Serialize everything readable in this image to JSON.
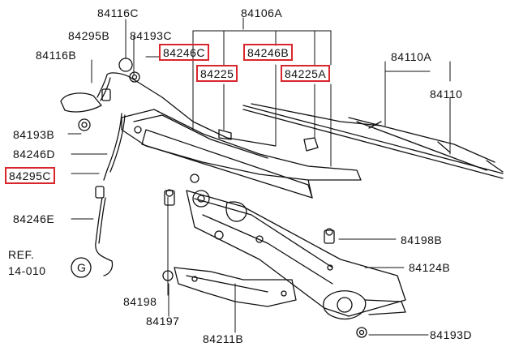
{
  "diagram": {
    "labels": {
      "l_84116C": "84116C",
      "l_84106A": "84106A",
      "l_84295B": "84295B",
      "l_84193C": "84193C",
      "l_84116B": "84116B",
      "l_84246C": "84246C",
      "l_84246B": "84246B",
      "l_84225": "84225",
      "l_84225A": "84225A",
      "l_84110A": "84110A",
      "l_84110": "84110",
      "l_84193B": "84193B",
      "l_84246D": "84246D",
      "l_84295C": "84295C",
      "l_84246E": "84246E",
      "l_ref1": "REF.",
      "l_ref2": "14-010",
      "l_G": "G",
      "l_84198B": "84198B",
      "l_84124B": "84124B",
      "l_84198": "84198",
      "l_84197": "84197",
      "l_84211B": "84211B",
      "l_84193D": "84193D"
    },
    "highlight_color": "#d8262c",
    "highlighted": [
      "84246C",
      "84246B",
      "84225",
      "84225A",
      "84295C"
    ]
  }
}
